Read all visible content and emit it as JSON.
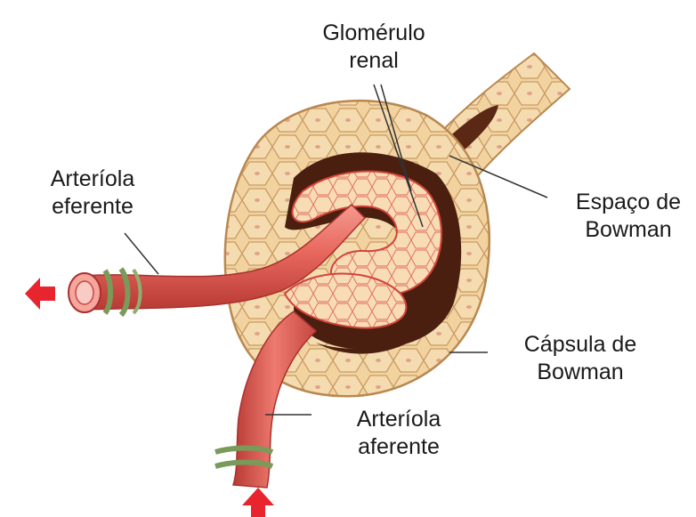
{
  "labels": {
    "glomerulo": {
      "line1": "Glomérulo",
      "line2": "renal"
    },
    "espaco": {
      "line1": "Espaço de",
      "line2": "Bowman"
    },
    "eferente": {
      "line1": "Arteríola",
      "line2": "eferente"
    },
    "capsula": {
      "line1": "Cápsula de",
      "line2": "Bowman"
    },
    "aferente": {
      "line1": "Arteríola",
      "line2": "aferente"
    }
  },
  "colors": {
    "capsule_fill": "#f2d3a0",
    "capsule_cell_line": "#c99b63",
    "bowman_space": "#4a1f10",
    "glomerulus_fill": "#f6d9b0",
    "glomerulus_edge": "#d2443a",
    "vessel": "#e8685e",
    "vessel_dark": "#b83a34",
    "vessel_highlight": "#f6a69c",
    "nerve_band": "#7a9a5a",
    "arrow": "#e8242e",
    "leader": "#333333"
  }
}
